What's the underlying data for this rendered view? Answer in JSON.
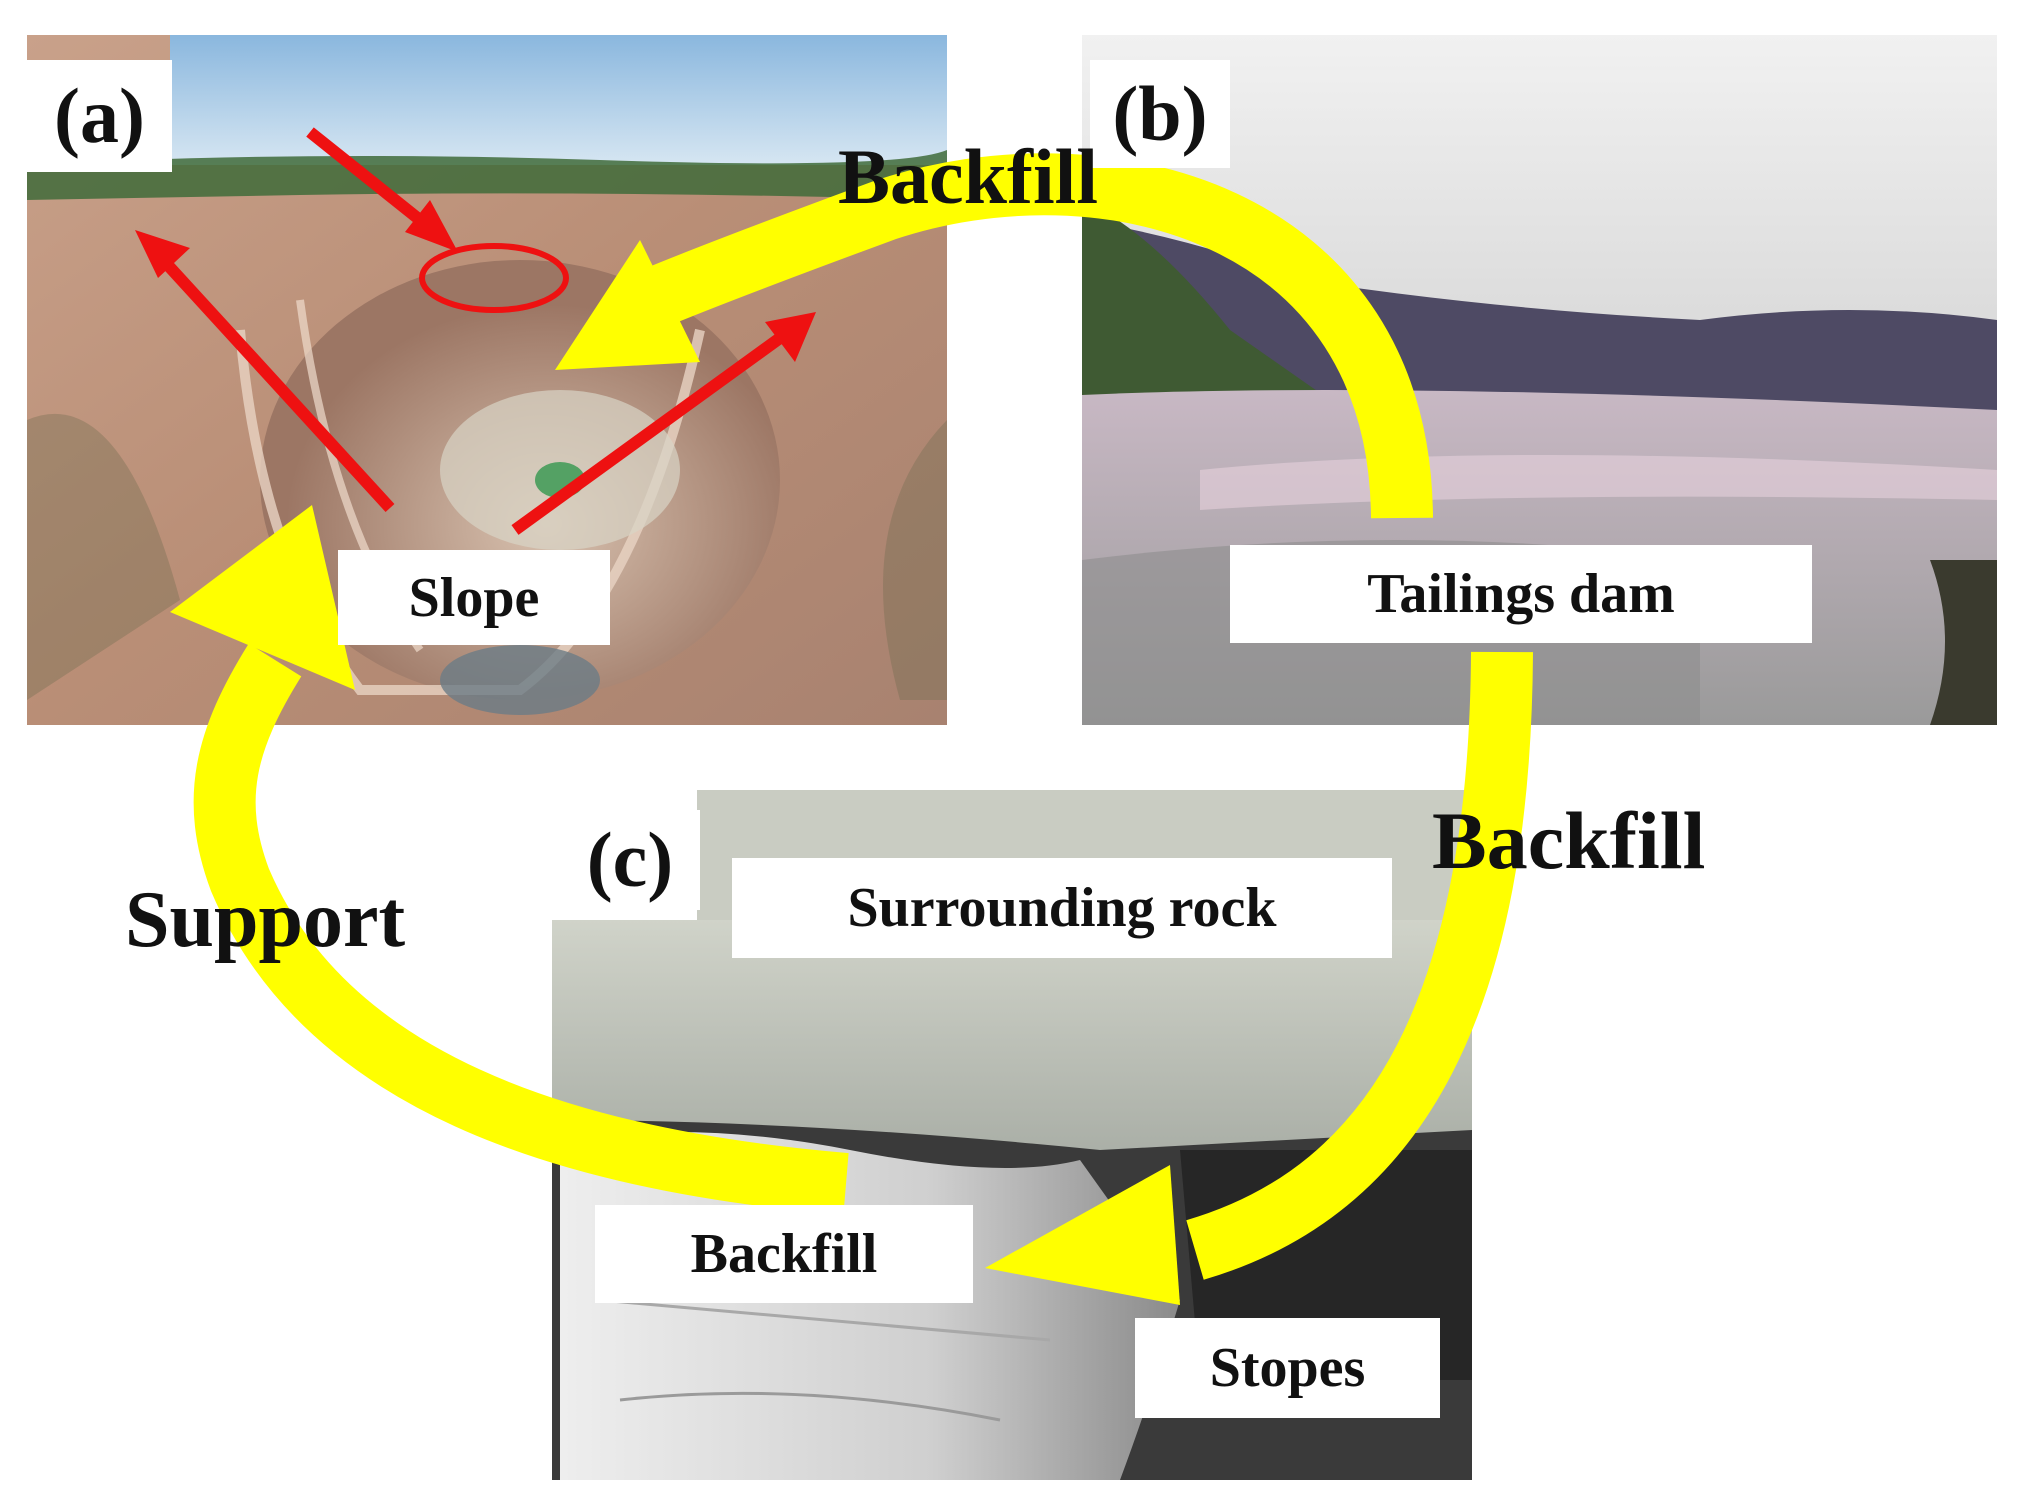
{
  "panels": {
    "a": {
      "letter": "(a)",
      "label": "Slope"
    },
    "b": {
      "letter": "(b)",
      "label": "Tailings dam"
    },
    "c": {
      "letter": "(c)",
      "label_top": "Surrounding rock",
      "label_fill": "Backfill",
      "label_stopes": "Stopes"
    }
  },
  "flows": {
    "a_to_b": "Backfill",
    "b_to_c": "Backfill",
    "c_to_a": "Support"
  },
  "colors": {
    "flow_arrow": "#FFFF00",
    "marker": "#EE1111"
  }
}
